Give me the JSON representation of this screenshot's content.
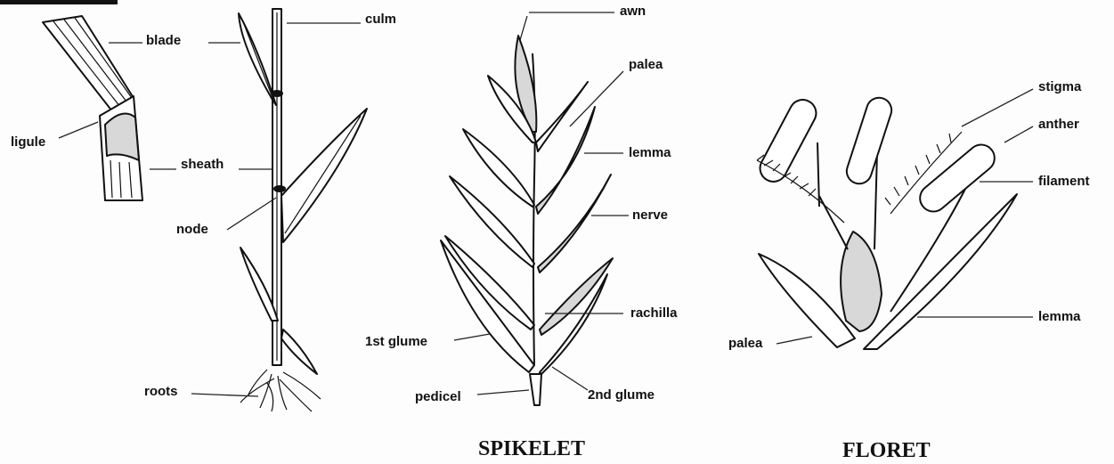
{
  "titles": {
    "spikelet": "SPIKELET",
    "floret": "FLORET"
  },
  "labels": {
    "blade": "blade",
    "ligule": "ligule",
    "sheath": "sheath",
    "culm": "culm",
    "node": "node",
    "roots": "roots",
    "awn": "awn",
    "palea_spikelet": "palea",
    "lemma_spikelet": "lemma",
    "nerve": "nerve",
    "rachilla": "rachilla",
    "first_glume": "1st glume",
    "pedicel": "pedicel",
    "second_glume": "2nd glume",
    "stigma": "stigma",
    "anther": "anther",
    "filament": "filament",
    "lemma_floret": "lemma",
    "palea_floret": "palea"
  }
}
